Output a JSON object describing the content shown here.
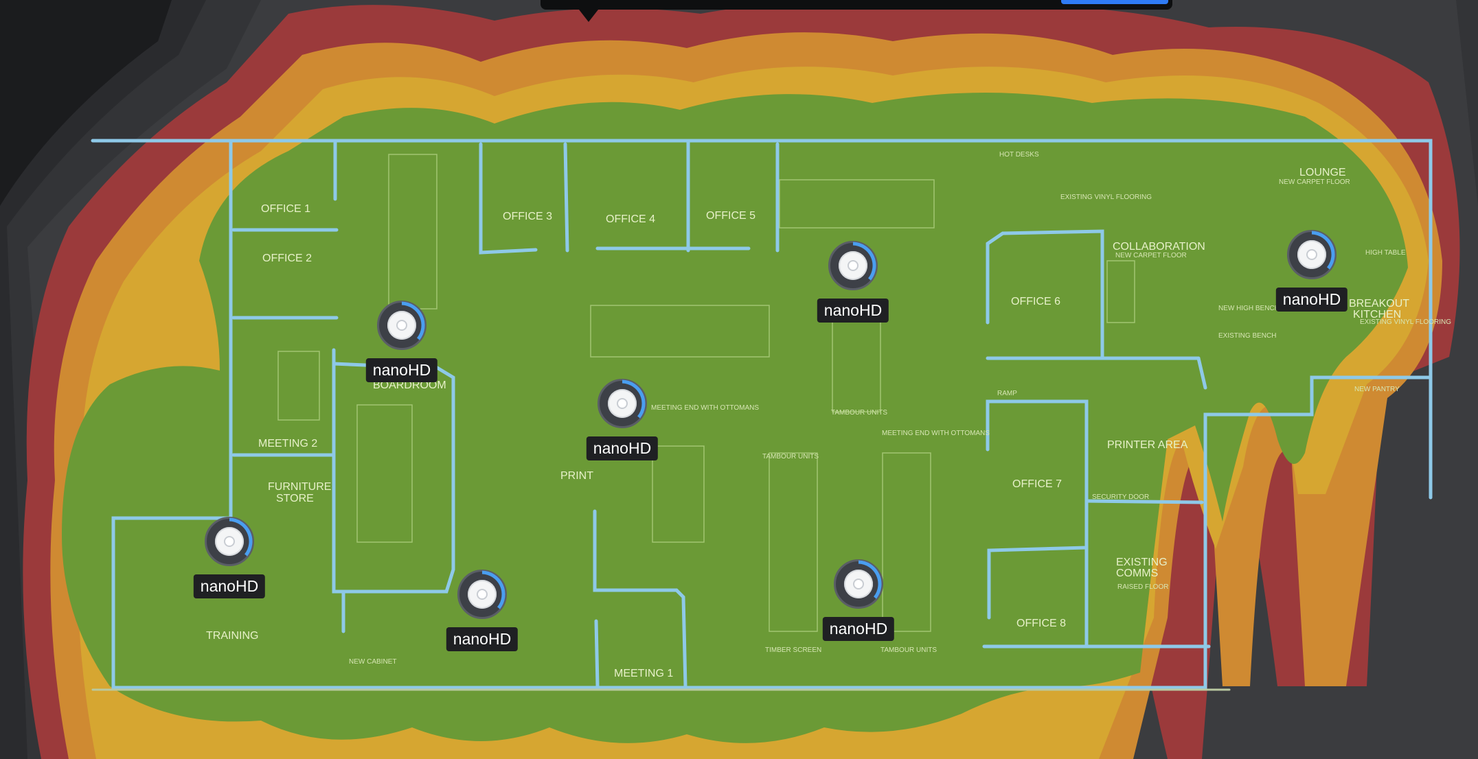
{
  "toolbar": {
    "present": true
  },
  "colors": {
    "green": "#6b9a36",
    "yellow": "#d9a52f",
    "orange": "#d48a2e",
    "red": "#9e3a3a",
    "gray1": "#3a3b3e",
    "gray2": "#2d2e31",
    "wall": "#8ec9e8",
    "accent": "#2f7bf5"
  },
  "rooms": [
    "OFFICE 1",
    "OFFICE 2",
    "OFFICE 3",
    "OFFICE 4",
    "OFFICE 5",
    "OFFICE 6",
    "OFFICE 7",
    "OFFICE 8",
    "BOARDROOM",
    "MEETING 2",
    "FURNITURE",
    "STORE",
    "TRAINING",
    "MEETING 1",
    "PRINT",
    "LOUNGE",
    "COLLABORATION",
    "BREAKOUT",
    "KITCHEN",
    "PRINTER AREA",
    "EXISTING",
    "COMMS",
    "HOT DESKS",
    "HIGH TABLE"
  ],
  "notes": [
    "NEW CARPET FLOOR",
    "EXISTING VINYL FLOORING",
    "NEW CARPET FLOOR",
    "NEW HIGH BENCH",
    "EXISTING BENCH",
    "EXISTING VINYL FLOORING",
    "NEW PANTRY",
    "MEETING END WITH OTTOMANS",
    "MEETING END WITH OTTOMANS",
    "TAMBOUR UNITS",
    "TAMBOUR UNITS",
    "TAMBOUR UNITS",
    "TIMBER SCREEN",
    "RAISED FLOOR",
    "SECURITY DOOR",
    "NEW CABINET",
    "RAMP"
  ],
  "access_points": [
    {
      "label": "nanoHD",
      "icon": "access-point-icon"
    },
    {
      "label": "nanoHD",
      "icon": "access-point-icon"
    },
    {
      "label": "nanoHD",
      "icon": "access-point-icon"
    },
    {
      "label": "nanoHD",
      "icon": "access-point-icon"
    },
    {
      "label": "nanoHD",
      "icon": "access-point-icon"
    },
    {
      "label": "nanoHD",
      "icon": "access-point-icon"
    },
    {
      "label": "nanoHD",
      "icon": "access-point-icon"
    }
  ]
}
